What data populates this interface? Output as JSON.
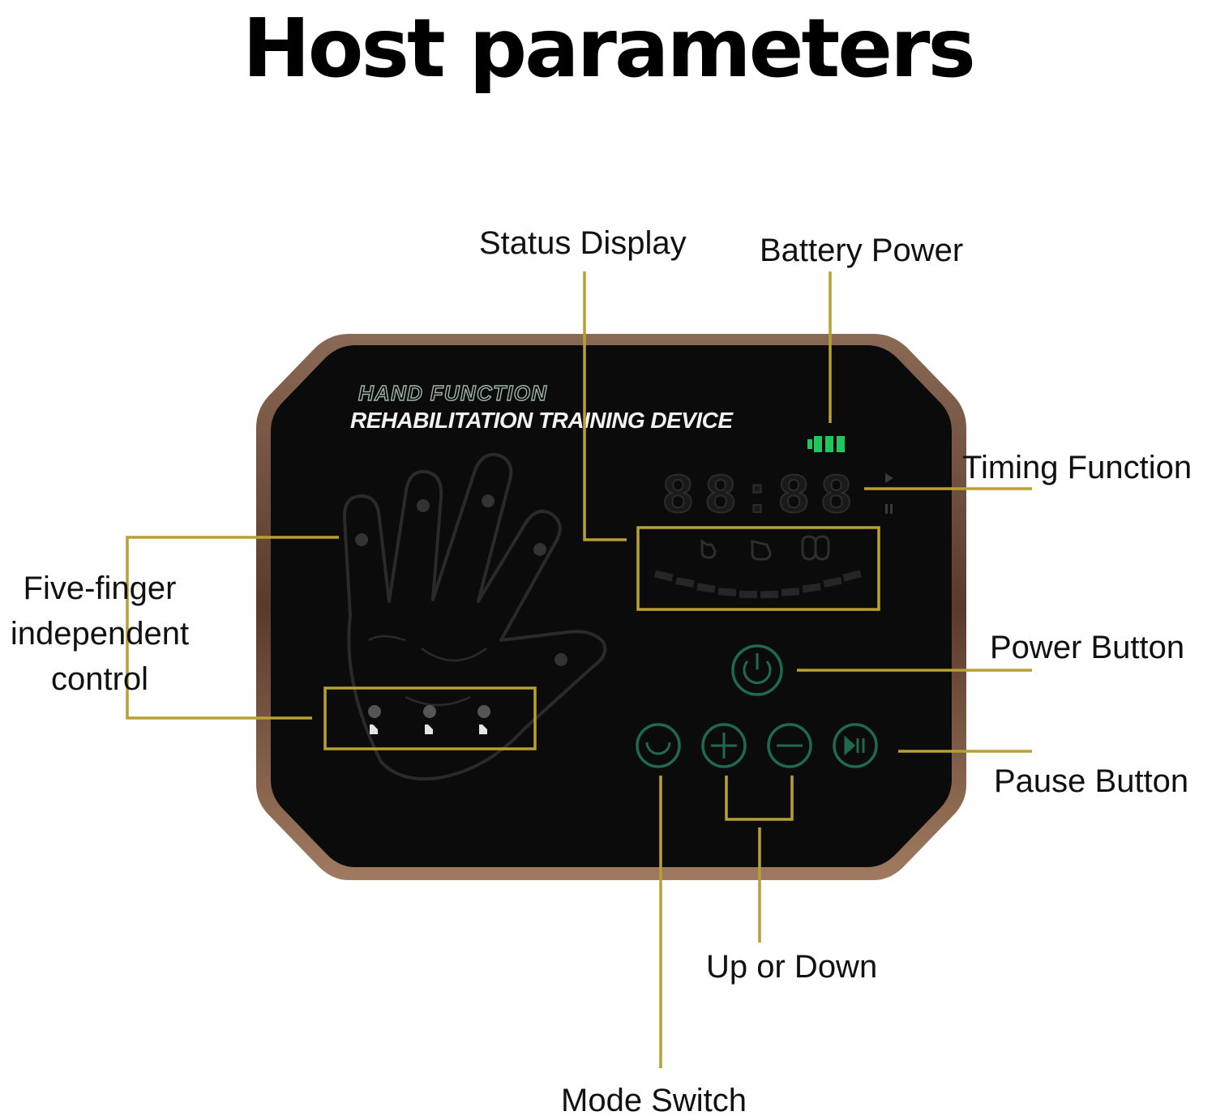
{
  "title": "Host parameters",
  "device": {
    "brand_line1": "HAND FUNCTION",
    "brand_line2": "REHABILITATION TRAINING DEVICE",
    "timer_digits": "88:88",
    "battery_bars": 3
  },
  "callouts": {
    "status_display": "Status Display",
    "battery_power": "Battery Power",
    "timing_function": "Timing Function",
    "five_finger": "Five-finger\nindependent\ncontrol",
    "power_button": "Power Button",
    "pause_button": "Pause Button",
    "up_or_down": "Up or Down",
    "mode_switch": "Mode Switch"
  },
  "colors": {
    "leader_line": "#b8a032",
    "panel": "#0b0b0b",
    "panel_rim": "#6b4a35",
    "button_ring": "#1f6a4e",
    "battery": "#22c55e",
    "segment_dim": "#262626"
  },
  "icons": [
    "hand-icon",
    "power-icon",
    "mode-icon",
    "plus-icon",
    "minus-icon",
    "play-pause-icon",
    "battery-icon"
  ]
}
